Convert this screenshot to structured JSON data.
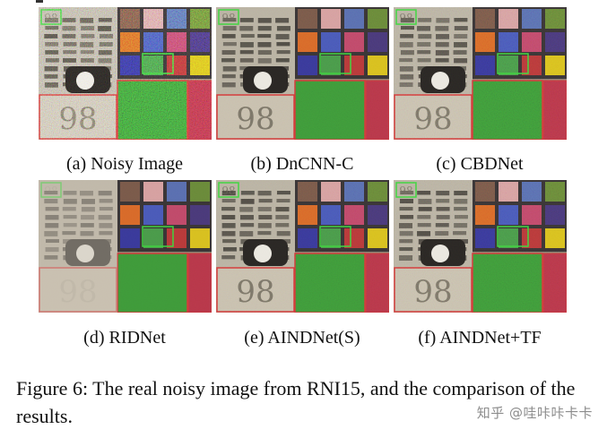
{
  "panels": [
    {
      "caption": "(a) Noisy Image",
      "noise": 0.95
    },
    {
      "caption": "(b) DnCNN-C",
      "noise": 0.12
    },
    {
      "caption": "(c) CBDNet",
      "noise": 0.25
    },
    {
      "caption": "(d) RIDNet",
      "noise": 0.05
    },
    {
      "caption": "(e) AINDNet(S)",
      "noise": 0.15
    },
    {
      "caption": "(f) AINDNet+TF",
      "noise": 0.2
    }
  ],
  "inset_text": "98",
  "figure_caption": "Figure 6: The real noisy image from RNI15, and the comparison of the results.",
  "watermark": "知乎 @哇咔咔卡卡",
  "colors": {
    "roi_box": "#d33a3a",
    "green_box": "#3fd33f",
    "checker": [
      "#7a5a4a",
      "#d6a0a0",
      "#5a6fb0",
      "#6a8a3a",
      "#d86a2a",
      "#4a5ab8",
      "#c04a6a",
      "#4a3a7a",
      "#3a3a9a",
      "#4a9a4a",
      "#b83a3a",
      "#d8c020"
    ]
  }
}
